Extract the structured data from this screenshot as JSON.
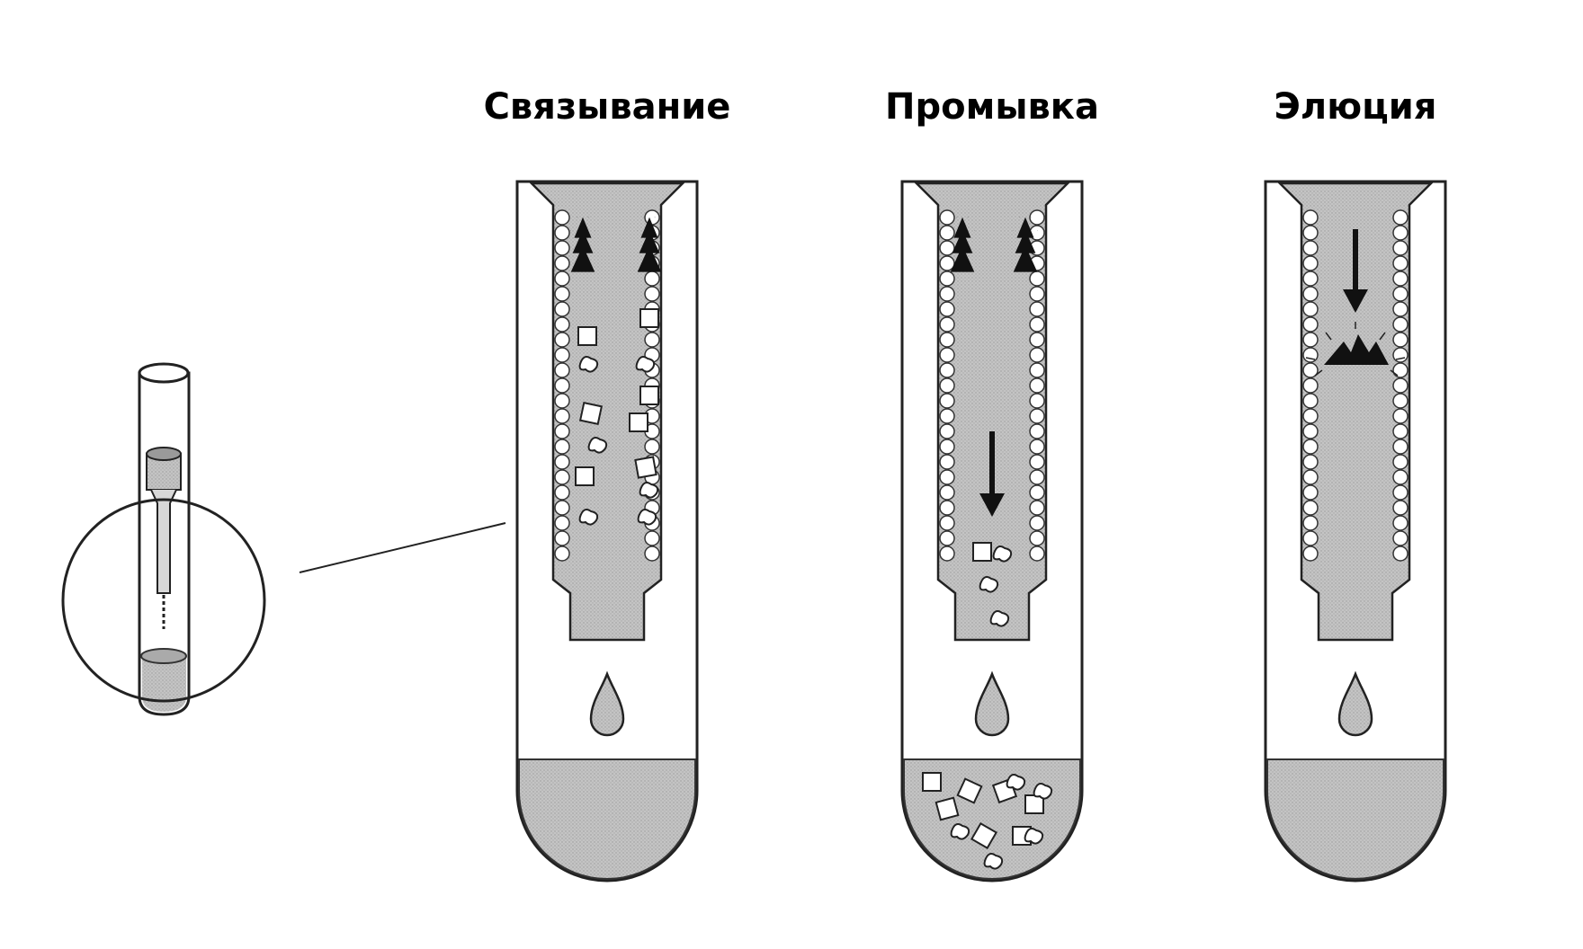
{
  "stages": [
    {
      "id": "binding",
      "title": "Связывание"
    },
    {
      "id": "washing",
      "title": "Промывка"
    },
    {
      "id": "elution",
      "title": "Элюция"
    }
  ],
  "colors": {
    "liquid": "#bdbdbd",
    "outline": "#2a2a2a",
    "molecule": "#111111",
    "bead": "#ffffff"
  },
  "icons": [
    "test-tube-with-spin-column",
    "magnifier-circle",
    "down-arrow",
    "droplet",
    "dna-molecule",
    "silica-bead"
  ]
}
